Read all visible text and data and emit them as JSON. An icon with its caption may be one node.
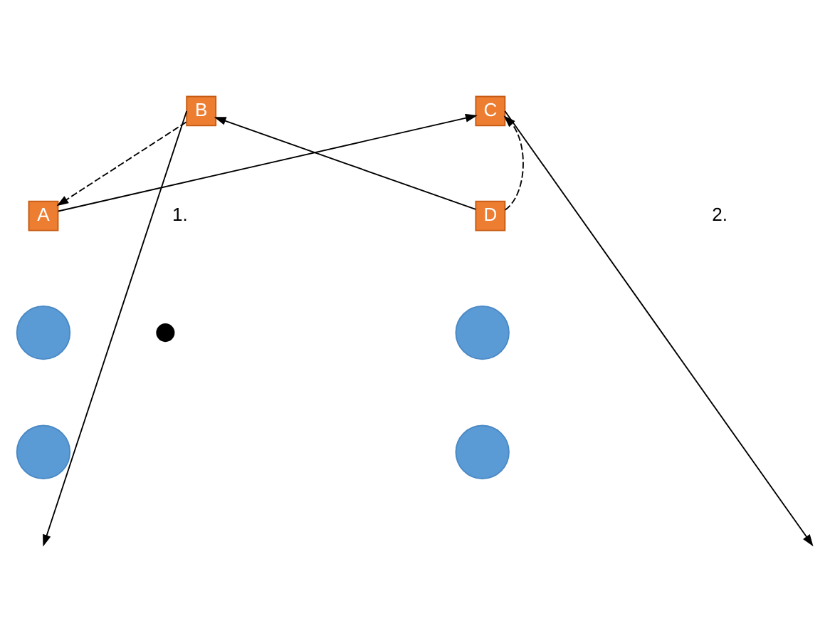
{
  "diagram": {
    "nodes": [
      {
        "text": [
          "B"
        ]
      },
      {
        "text": [
          "C"
        ]
      },
      {
        "text": [
          "A"
        ]
      },
      {
        "text": [
          "D"
        ]
      },
      {
        "text": [],
        "shape": "circle"
      },
      {
        "text": [],
        "shape": "circle"
      },
      {
        "text": [],
        "shape": "circle"
      },
      {
        "text": [],
        "shape": "circle"
      },
      {
        "text": [],
        "shape": "circle"
      }
    ],
    "edges": [
      {
        "from": 0,
        "to": 2,
        "arrow": "to",
        "style": "dashed"
      },
      {
        "from": 2,
        "to": 1,
        "arrow": "to"
      },
      {
        "from": 3,
        "to": 0,
        "arrow": "to"
      },
      {
        "from": 3,
        "to": 1,
        "arrow": "to",
        "style": "dashed"
      },
      {
        "from": 0,
        "to": null,
        "arrow": "to"
      },
      {
        "from": 1,
        "to": null,
        "arrow": "to"
      }
    ],
    "labels": [
      "1.",
      "2."
    ]
  }
}
